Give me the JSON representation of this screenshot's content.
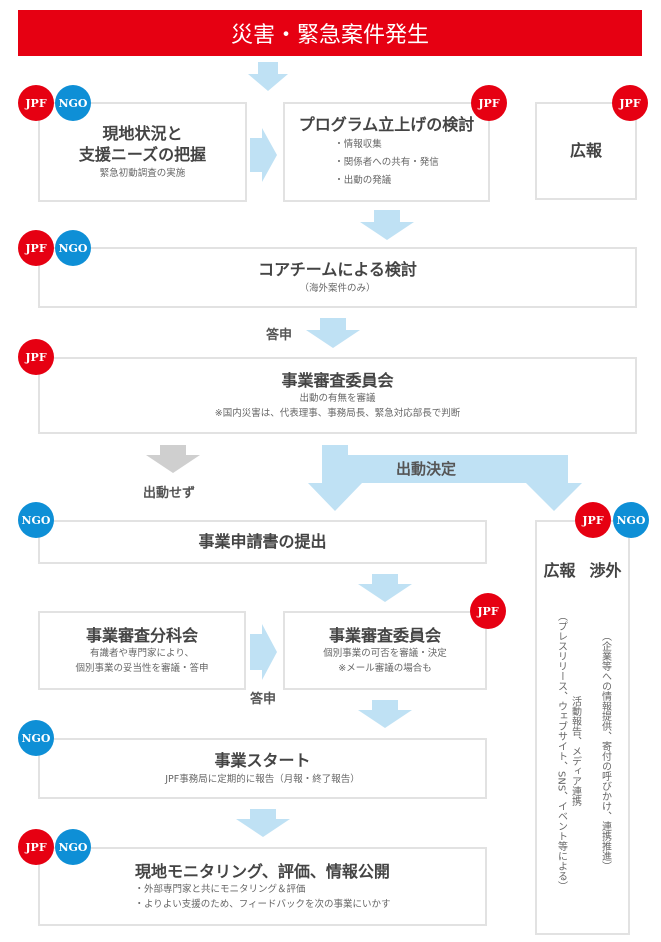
{
  "header": {
    "title": "災害・緊急案件発生"
  },
  "badges": {
    "jpf": "JPF",
    "ngo": "NGO"
  },
  "steps": {
    "assess": {
      "title1": "現地状況と",
      "title2": "支援ニーズの把握",
      "sub": "緊急初動調査の実施"
    },
    "program": {
      "title": "プログラム立上げの検討",
      "items": [
        "・情報収集",
        "・関係者への共有・発信",
        "・出動の発議"
      ]
    },
    "pr_top": {
      "title": "広報"
    },
    "core": {
      "title": "コアチームによる検討",
      "sub": "（海外案件のみ）"
    },
    "committee1": {
      "title": "事業審査委員会",
      "sub1": "出動の有無を審議",
      "sub2": "※国内災害は、代表理事、事務局長、緊急対応部長で判断"
    },
    "application": {
      "title": "事業申請書の提出"
    },
    "subcommittee": {
      "title": "事業審査分科会",
      "sub1": "有識者や専門家により、",
      "sub2": "個別事業の妥当性を審議・答申"
    },
    "committee2": {
      "title": "事業審査委員会",
      "sub1": "個別事業の可否を審議・決定",
      "sub2": "※メール審議の場合も"
    },
    "start": {
      "title": "事業スタート",
      "sub": "JPF事務局に定期的に報告（月報・終了報告）"
    },
    "monitoring": {
      "title": "現地モニタリング、評価、情報公開",
      "items": [
        "・外部専門家と共にモニタリング＆評価",
        "・よりよい支援のため、フィードバックを次の事業にいかす"
      ]
    },
    "side": {
      "pr_title": "広報",
      "pr_line1": "活動報告、メディア連携",
      "pr_line2": "（プレスリリース、ウェブサイト、SNS、イベント等による）",
      "ext_title": "渉外",
      "ext_line1": "（企業等への情報提供、寄付の呼びかけ、連携推進）"
    }
  },
  "labels": {
    "report1": "答申",
    "report2": "答申",
    "no_dispatch": "出動せず",
    "dispatch": "出動決定"
  },
  "colors": {
    "red": "#e60012",
    "blue": "#0e8fd6",
    "arrow": "#bfe1f4",
    "gray_arrow": "#cfcfcf"
  }
}
